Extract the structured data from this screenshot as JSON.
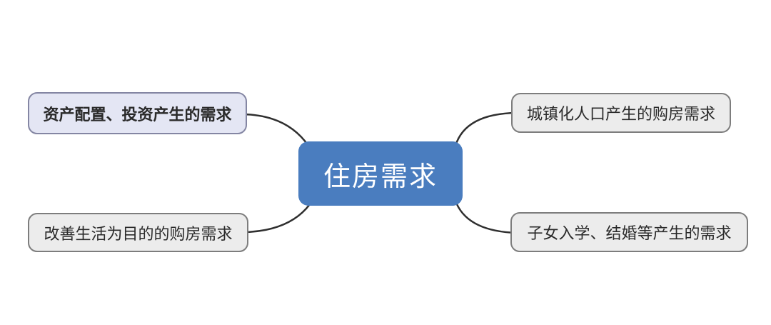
{
  "diagram": {
    "type": "mind-map",
    "background_color": "#ffffff",
    "connector_color": "#2f2f2f",
    "center_node": {
      "label": "住房需求",
      "fill_color": "#4a7dbf",
      "text_color": "#ffffff"
    },
    "branch_nodes": [
      {
        "position": "top-left",
        "label": "资产配置、投资产生的需求",
        "fill_color": "#e4e6f4",
        "border_color": "#8486a3",
        "text_color": "#2a2a2a",
        "text_style": "bold"
      },
      {
        "position": "top-right",
        "label": "城镇化人口产生的购房需求",
        "fill_color": "#ececec",
        "border_color": "#7d7d7d",
        "text_color": "#2a2a2a",
        "text_style": "regular"
      },
      {
        "position": "bottom-left",
        "label": "改善生活为目的的购房需求",
        "fill_color": "#ececec",
        "border_color": "#7d7d7d",
        "text_color": "#2a2a2a",
        "text_style": "regular"
      },
      {
        "position": "bottom-right",
        "label": "子女入学、结婚等产生的需求",
        "fill_color": "#ececec",
        "border_color": "#7d7d7d",
        "text_color": "#2a2a2a",
        "text_style": "regular"
      }
    ]
  }
}
